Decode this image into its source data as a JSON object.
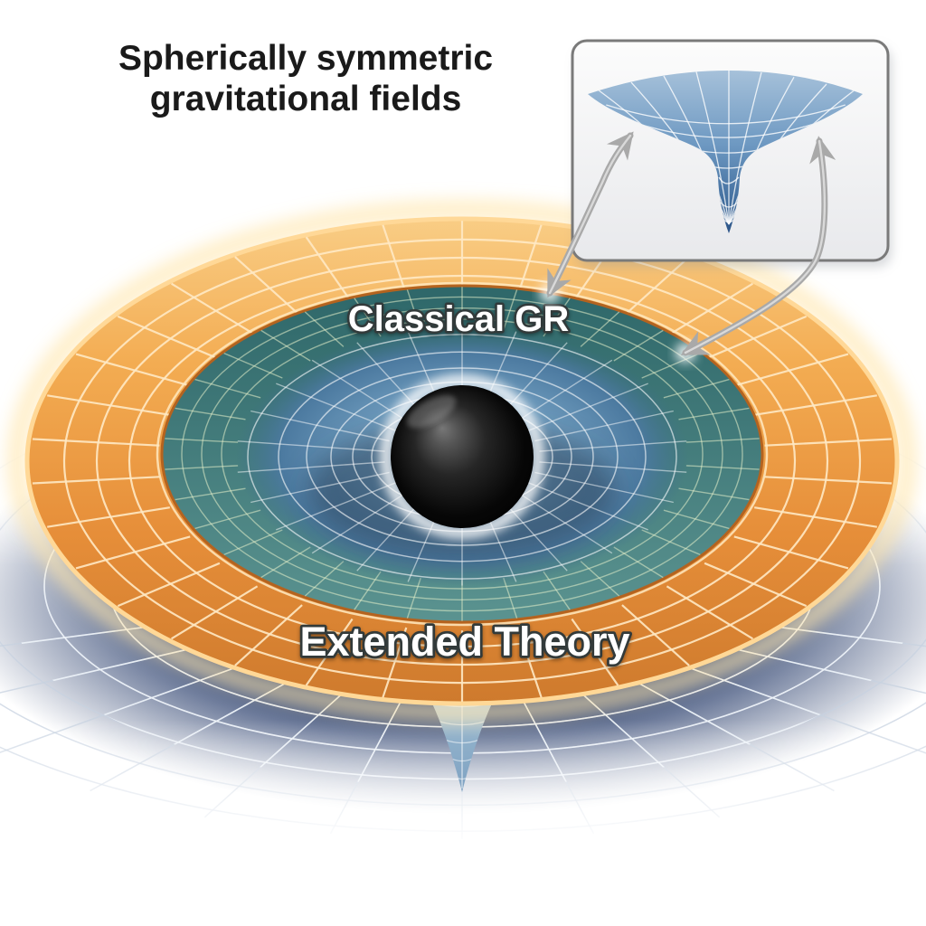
{
  "title": {
    "line1": "Spherically symmetric",
    "line2": "gravitational fields"
  },
  "labels": {
    "inner_region": "Classical GR",
    "outer_region": "Extended Theory"
  },
  "palette": {
    "background": "#FFFFFF",
    "title_color": "#1A1A1A",
    "label_fill": "#FFFFFF",
    "label_stroke": "#323A3A",
    "orange_main": "#E68E39",
    "orange_light": "#F9CD85",
    "orange_deep": "#CE7A2D",
    "rim_glow": "#FFE7B0",
    "teal_main": "#3B7876",
    "teal_deep": "#2E6769",
    "funnel_blue": "#6F9CBE",
    "funnel_deep": "#3E6D8C",
    "navy_under": "#2F4370",
    "sphere_color": "#000000",
    "grid_cream": "#FFE9C4",
    "grid_pale_green": "#E6F0CA",
    "grid_white": "#FFFFFF",
    "under_grid": "#C7D2E0",
    "arrow_gray": "#A9A9A9",
    "inset_border": "#7A7A7A",
    "inset_bg": "#F4F4F6",
    "inset_funnel_blue": "#6E99C2"
  }
}
